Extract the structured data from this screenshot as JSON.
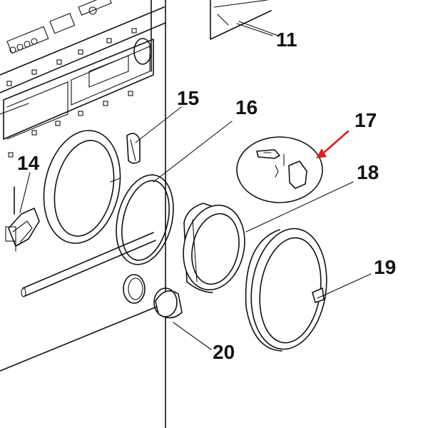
{
  "parts": [
    {
      "id": "p11",
      "number": "11"
    },
    {
      "id": "p14",
      "number": "14"
    },
    {
      "id": "p15",
      "number": "15"
    },
    {
      "id": "p16",
      "number": "16"
    },
    {
      "id": "p17",
      "number": "17"
    },
    {
      "id": "p18",
      "number": "18"
    },
    {
      "id": "p19",
      "number": "19"
    },
    {
      "id": "p20",
      "number": "20"
    }
  ],
  "highlight_arrow_color": "#e31b1b",
  "line_color": "#111111"
}
